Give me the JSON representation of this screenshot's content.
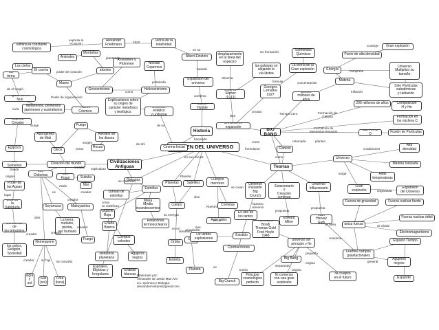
{
  "center": "ORIGEN DEL UNIVERSO",
  "nodes": {
    "n_elimina": "elimina la constante\ncosmológica",
    "n_alexander": "Alexander\nFriedmann",
    "n_teoria_rel": "Teoría de la\nrelatividad",
    "n_einstein": "Albert Einstein",
    "n_desplaz": "desplazamiento\nen la línea del\nespectro",
    "n_elem_quim": "Elementos\nQuímicos",
    "n_cond": "Gran explosión",
    "n_cielos": "Los cielos",
    "n_animales": "Animales",
    "n_montanas": "Montañas",
    "n_punto": "Punto de alta densidad",
    "n_tierra": "La tierra",
    "n_cosmo": "El cosmo",
    "n_arboles": "árboles",
    "n_aristoteles": "Aristóteles y\nPtolomeo",
    "n_nicolas": "Nicolás\nCopernico",
    "n_expansion_u": "Expansión del\nuniverso",
    "n_galaxias_alej": "las galaxias se\nalejando le\nvía láctea",
    "n_teoria_gran": "La teoría de la\nGran explosión",
    "n_energia": "Energía",
    "n_univ_mult": "Universo\nMultiplico su\ntamaño",
    "n_mares": "Mares",
    "n_materia": "Materia",
    "n_aguas": "Aguas del río Nun",
    "n_geocentrismo": "Geocentrismo",
    "n_heliocentrismo": "Heliocentrismo",
    "n_vesto": "Vesto M. Slipher\n(1912)",
    "n_georges": "Georges\nLemaître\n1927",
    "n_15000": "15.000\nmillones de años",
    "n_solo_part": "Solo Partículas\nsubatómicas\ny radiación",
    "n_melanesios": "Melanesios, polinesios\njaponeses y australianos",
    "n_huevo": "Huevo Cósmico",
    "n_explic": "Explicaciones sobre\nsu origen de\ncarácter metafísico\ny teológico.",
    "n_univ_estat": "Universo estático\ny uniforme",
    "n_edwin": "Edwin Hubble",
    "n_200": "200 millones de años",
    "n_composicion": "Composición\nH y He",
    "n_espiritu": "Espíritu Creador",
    "n_fuego": "Fuego",
    "n_historia": "Historia",
    "n_univ_exp": "Universo en expansión",
    "n_bigbang": "BIG BANG",
    "n_formacion_nucl": "Formación en\nlos núcleos C",
    "n_aborigenes": "Aborígenes\nde Mali",
    "n_alientos": "Alientos de\nlos dioses",
    "n_ca": "Ca, Fe, N, O",
    "n_fusion": "Fusión de Partículas",
    "n_egipcios": "Egipcios",
    "n_otros": "Otros",
    "n_rocas": "Rocas",
    "n_cinema": "Cinema Inicial",
    "n_gamow": "Gamow",
    "n_alta_dens": "Alta\ndensidad",
    "n_creacion": "Creación del mundo",
    "n_civ": "Civilizaciones\nAntiguas",
    "n_teorias": "Teorías",
    "n_universo": "Universo",
    "n_materia_ion": "Materia Ionizada",
    "n_sumerios": "Los Sumerios",
    "n_kogui": "Los Kogui",
    "n_sukuku": "Sukuku",
    "n_galaxias": "Galaxias",
    "n_cuerpos_men": "Cuerpos\nmenores",
    "n_univ_pulsante": "Universo\nPulsante\nBig Crunch",
    "n_univ_estac": "Universo\nEstacionario\no\nCreación continua",
    "n_univ_infl": "Universo\nInflacionario",
    "n_altas_temp": "Altas\ntemperaturas",
    "n_chibchas": "Los Chibchas",
    "n_estrellas": "Estrellas",
    "n_planetas": "Planetas",
    "n_satelites": "Satélites",
    "n_gran_expl": "Gran\nexplosión",
    "n_exp_univ": "Expansión\ndel Universo",
    "n_poder_aguas": "Poder de\nlas Aguas",
    "n_mar": "Mar",
    "n_cumulo": "cúmulo de\nestrellas",
    "n_cometas": "Cometas",
    "n_fuerza_grav": "Fuerza de gravedad",
    "n_fuerza_fuerte": "Fuerza nuclear fuerte",
    "n_seyamuca": "Seyamuca",
    "n_masa_media": "Masa\nMedia\nincandescentes",
    "n_cuerpo_luz": "cuerpo",
    "n_unos_otros": "Es uno de\nlos tantos",
    "n_edward": "Edward\nMilne",
    "n_alan": "Alan Harvey\nGuth",
    "n_dios_sab": "Dios de la\nSabiduría",
    "n_makuyantiva": "Makuyantiva",
    "n_gigante": "Gigante\nRoja",
    "n_asteroides": "Asteroides",
    "n_hermann": "Hermann Bondi\nThomas Gold\nFred Hoyle\n1948",
    "n_unica_fuerza": "única fuerza",
    "n_fuerza_debil": "Fuerza nuclear débil",
    "n_electro": "Electromagnetismo",
    "n_concedor": "Conocedor de\nlos principios",
    "n_tierra2": "La tierra,\nmetales,\npiedra,\nser humano",
    "n_fuego2": "Fuego",
    "n_enana": "Enana\nBlanca",
    "n_relaciones": "Relaciones\ntermonucleares",
    "n_gira": "Gira",
    "n_existido": "Existido",
    "n_nemequene": "Nemequene",
    "n_cuerpos_celestes": "Cuerpos\ncelestes",
    "n_orbita": "Órbita",
    "n_contracciones": "Contracciones",
    "n_de_tantas": "De tantas\nexplosiones",
    "n_univ_sin": "universo sin\nprincipio y fin",
    "n_espacio_tiempo": "Espacio Tiempo",
    "n_cielos2": "los cielos,\nReligión,\nSociedad",
    "n_nebulosa": "Nebulosa\nplanetaria",
    "n_agujeros": "Agujeros\nnegros",
    "n_estrella": "Estrella",
    "n_planeta": "Planeta",
    "n_big_bang2": "Big Bang",
    "n_fuertes": "Fuertes campos\ngravitacionales",
    "n_agujeros2": "Agujeros\nnegros",
    "n_espirales": "Espirales,\nElípticas y\nIrregulares",
    "n_enanas_bl": "Enanas\nblancas",
    "n_big_crunch": "Big Crunch",
    "n_principio": "Principio\ncosmológico\nperfecto",
    "n_ni_comenzo": "Ni comenzo\ncon una gran\nexplosión",
    "n_ni_colapso": "Ni colapso\nen el futuro",
    "n_expande": "Expande",
    "n_vigia": "vigía\ny\nsol",
    "n_sue": "Súe\n(sol)",
    "n_chia": "Chía\n(luna)"
  },
  "links": {
    "l1": "expresa la\necuación",
    "l2": "1922",
    "l3": "en su",
    "l4": "Su formación",
    "l5": "Conduje",
    "l6": "poder de creación",
    "l7": "planteado",
    "l8": "basado",
    "l9": "observa",
    "l10": "formulo",
    "l11": "comprime",
    "l12": "postulada",
    "l13": "como",
    "l14": "concentración",
    "l15": "Inflación",
    "l16": "Poder de organización",
    "l17": "confirmo",
    "l18": "vivía",
    "l19": "de el surgió",
    "l20": "dice",
    "l21": "creada",
    "l22": "Tiempo Cero",
    "l23": "Formación de\nGalaxia",
    "l24": "Formación de\nelementos Pesados",
    "l25": "Surge",
    "l26": "surgen",
    "l27": "crean",
    "l28": "de un",
    "l29": "haciendo",
    "l30": "retomada",
    "l31": "condiciones",
    "l32": "planteo",
    "l33": "explicaban",
    "l34": "como",
    "l35": "de ahí",
    "l36": "en sus inicios",
    "l37": "formularon",
    "l38": "como",
    "l39": "surge",
    "l40": "originanda",
    "l41": "creador",
    "l42": "Desde",
    "l43": "origina",
    "l44": "lugar",
    "l45": "están",
    "l46": "es",
    "l47": "creador",
    "l48": "Planeta",
    "l49": "creador",
    "l50": "se clasifican",
    "l51": "se clasifican",
    "l52": "Nuestro\nuniverso",
    "l53": "propuesta",
    "l54": "propuesta",
    "l55": "se crean",
    "l56": "su energía",
    "l57": "Nuestro",
    "l58": "se divide",
    "l59": "dios",
    "l60": "creador",
    "l61": "creador",
    "l62": "creador",
    "l63": "que",
    "l64": "en un",
    "l65": "como",
    "l66": "se basa",
    "l67": "alrededor",
    "l68": "dice",
    "l69": "es un",
    "l70": "teoría",
    "l71": "creador",
    "l72": "su hija",
    "l73": "se convirtio",
    "l74": "es",
    "l75": "origina",
    "l76": "pequeña",
    "l77": "general",
    "l78": "origina",
    "l79": "separando",
    "l80": "ocasiona",
    "l81": "al rededor"
  },
  "author_note": "Elaborado por:\nAlexander de Jesús Mas Arix\nLic. Química y Biología.\nalexandermasaris@gmail.com"
}
